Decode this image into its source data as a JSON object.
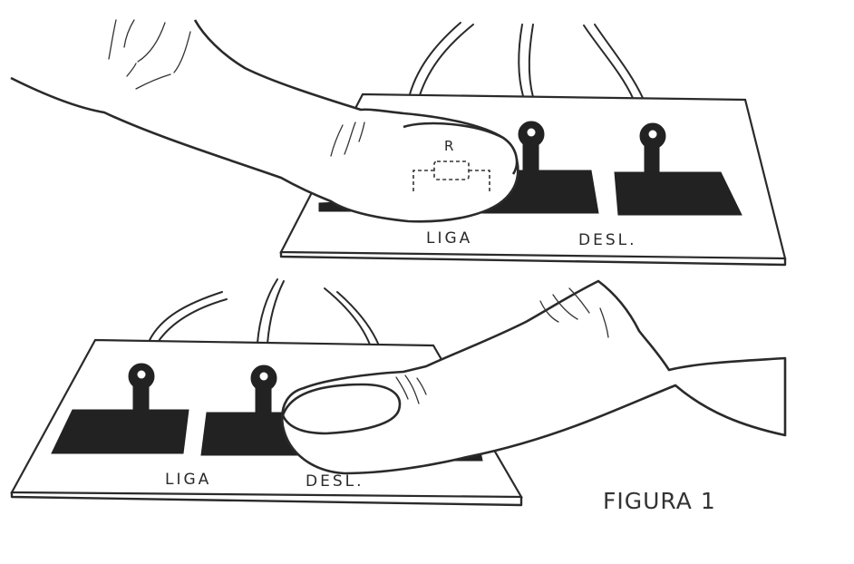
{
  "figure": {
    "caption": "FIGURA 1",
    "top_panel": {
      "state": "finger touching LIGA contacts",
      "label_on": "LIGA",
      "label_off": "DESL.",
      "resistor_label": "R"
    },
    "bottom_panel": {
      "state": "finger touching DESL. contacts",
      "label_on": "LIGA",
      "label_off": "DESL."
    },
    "colors": {
      "ink": "#2a2a2a",
      "background": "#ffffff"
    }
  }
}
